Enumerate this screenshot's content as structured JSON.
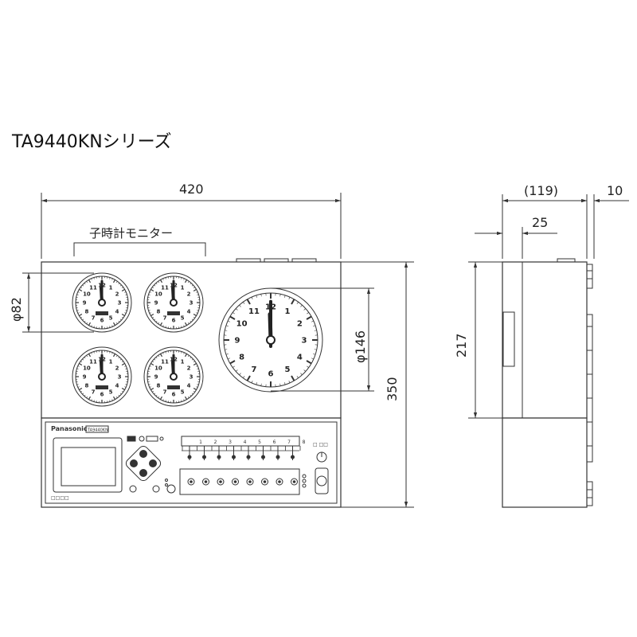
{
  "title": "TA9440KNシリーズ",
  "dimensions": {
    "width": "420",
    "height": "350",
    "small_clock_diameter": "φ82",
    "large_clock_diameter": "φ146",
    "side_depth": "(119)",
    "side_offset": "10",
    "side_step": "25",
    "side_height": "217"
  },
  "labels": {
    "child_clock_monitor": "子時計モニター"
  },
  "panel": {
    "brand": "Panasonic",
    "model_badge": "TA9440KN",
    "circuit_numbers": [
      "1",
      "2",
      "3",
      "4",
      "5",
      "6",
      "7",
      "8"
    ]
  },
  "clock_face_numbers": [
    "12",
    "1",
    "2",
    "3",
    "4",
    "5",
    "6",
    "7",
    "8",
    "9",
    "10",
    "11"
  ]
}
